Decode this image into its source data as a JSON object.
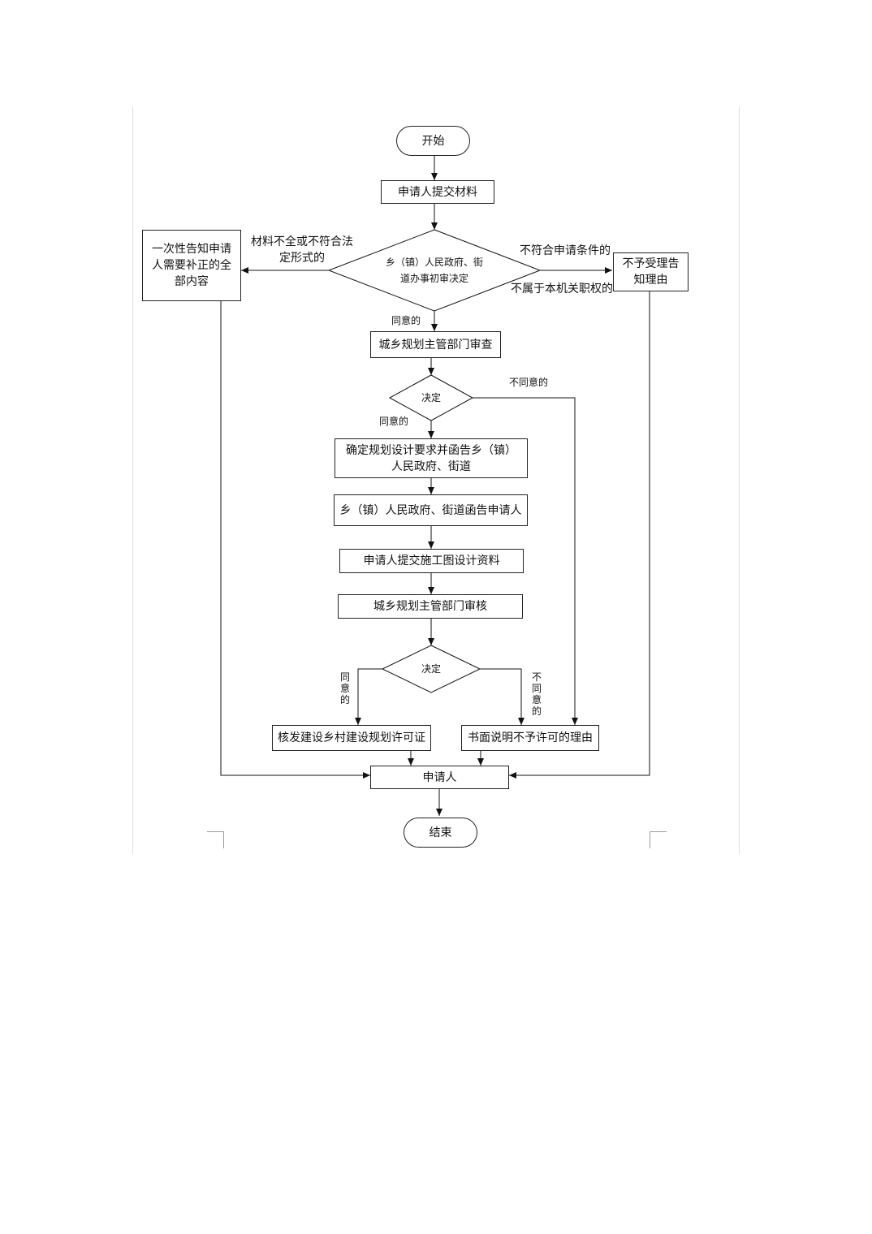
{
  "nodes": {
    "start": "开始",
    "submit": "申请人提交材料",
    "decision1": "乡（镇）人民政府、街道办事初审决定",
    "notify": "一次性告知申请人需要补正的全部内容",
    "reject_notice": "不予受理告知理由",
    "review": "城乡规划主管部门审查",
    "decision2": "决定",
    "confirm": "确定规划设计要求并函告乡（镇）人民政府、街道",
    "inform": "乡（镇）人民政府、街道函告申请人",
    "construction": "申请人提交施工图设计资料",
    "verify": "城乡规划主管部门审核",
    "decision3": "决定",
    "issue": "核发建设乡村建设规划许可证",
    "written": "书面说明不予许可的理由",
    "applicant": "申请人",
    "end": "结束"
  },
  "labels": {
    "incomplete": "材料不全或不符合法定形式的",
    "not_eligible": "不符合申请条件的",
    "not_jurisdiction": "不属于本机关职权的",
    "agree1": "同意的",
    "disagree2": "不同意的",
    "agree2": "同意的",
    "agree3": "同意的",
    "disagree3": "不同意的"
  }
}
